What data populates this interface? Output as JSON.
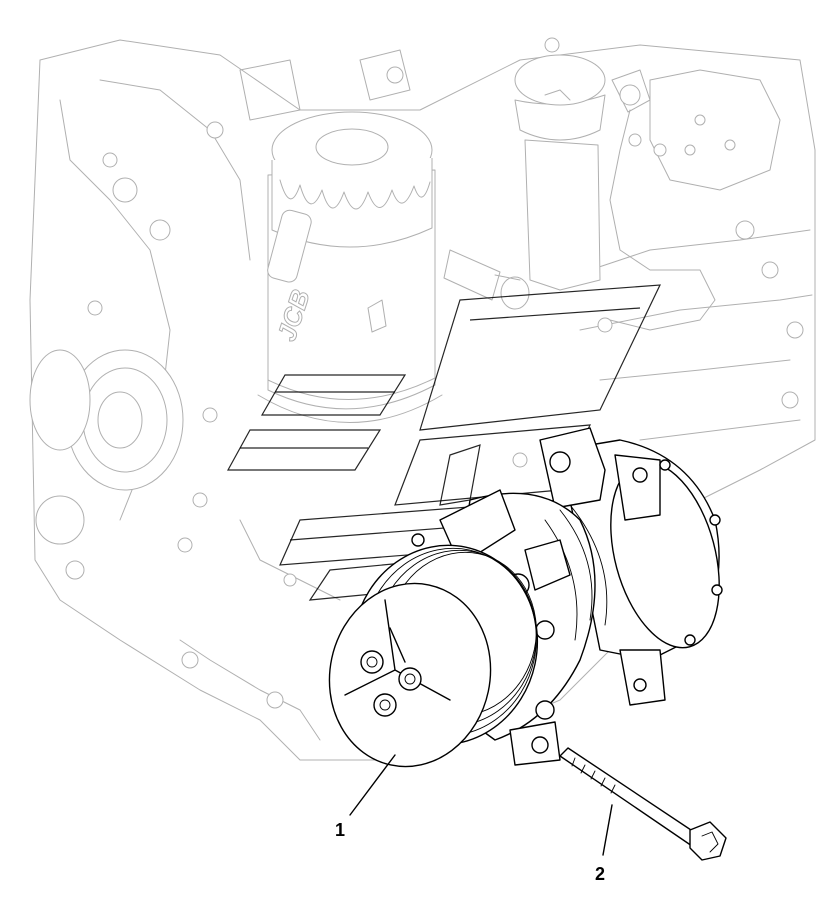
{
  "diagram": {
    "callouts": [
      {
        "id": "1",
        "label": "1"
      },
      {
        "id": "2",
        "label": "2"
      }
    ],
    "filter_brand": "JCB"
  }
}
